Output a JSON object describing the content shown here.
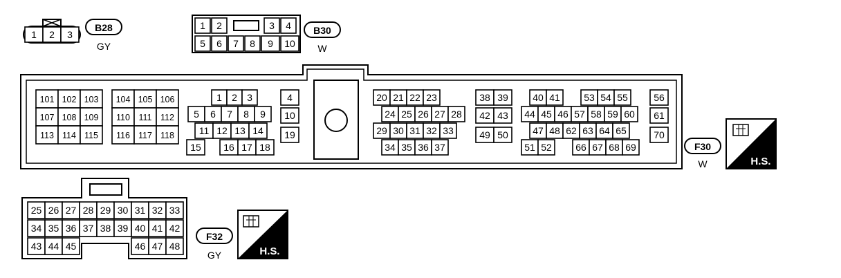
{
  "connectors": {
    "b28": {
      "id": "B28",
      "color": "GY",
      "pins": [
        "1",
        "2",
        "3"
      ]
    },
    "b30": {
      "id": "B30",
      "color": "W",
      "pins": [
        "1",
        "2",
        "3",
        "4",
        "5",
        "6",
        "7",
        "8",
        "9",
        "10"
      ]
    },
    "f30": {
      "id": "F30",
      "color": "W",
      "hs_label": "H.S.",
      "pins": [
        "101",
        "102",
        "103",
        "107",
        "108",
        "109",
        "113",
        "114",
        "115",
        "104",
        "105",
        "106",
        "110",
        "111",
        "112",
        "116",
        "117",
        "118",
        "1",
        "2",
        "3",
        "5",
        "6",
        "7",
        "8",
        "9",
        "11",
        "12",
        "13",
        "14",
        "15",
        "16",
        "17",
        "18",
        "4",
        "10",
        "19",
        "20",
        "21",
        "22",
        "23",
        "24",
        "25",
        "26",
        "27",
        "28",
        "29",
        "30",
        "31",
        "32",
        "33",
        "34",
        "35",
        "36",
        "37",
        "38",
        "39",
        "42",
        "43",
        "49",
        "50",
        "40",
        "41",
        "53",
        "54",
        "55",
        "44",
        "45",
        "46",
        "57",
        "58",
        "59",
        "60",
        "47",
        "48",
        "62",
        "63",
        "64",
        "65",
        "51",
        "52",
        "66",
        "67",
        "68",
        "69",
        "56",
        "61",
        "70"
      ]
    },
    "f32": {
      "id": "F32",
      "color": "GY",
      "hs_label": "H.S.",
      "pins": [
        "25",
        "26",
        "27",
        "28",
        "29",
        "30",
        "31",
        "32",
        "33",
        "34",
        "35",
        "36",
        "37",
        "38",
        "39",
        "40",
        "41",
        "42",
        "43",
        "44",
        "45",
        "46",
        "47",
        "48"
      ]
    }
  }
}
